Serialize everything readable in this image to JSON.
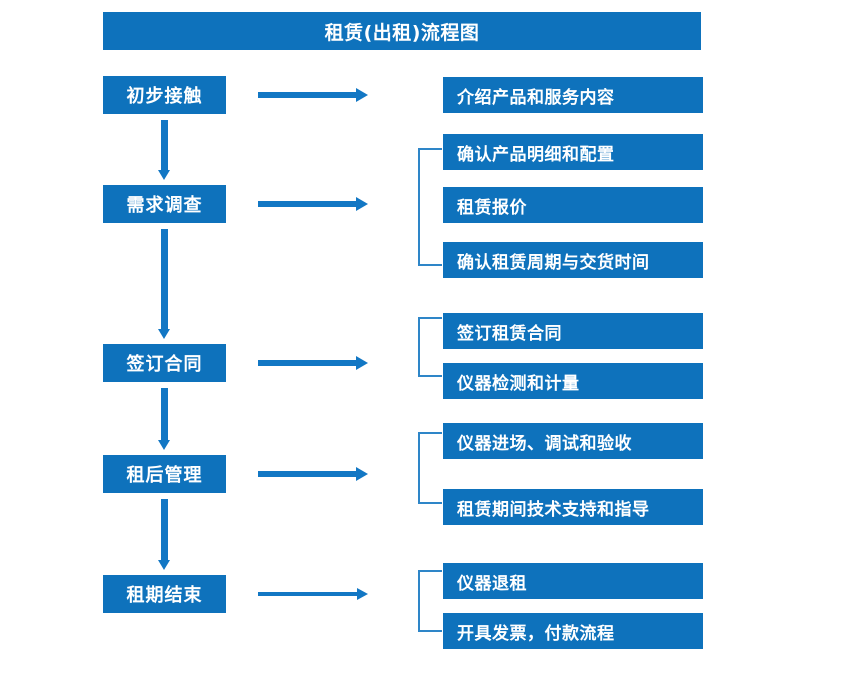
{
  "title": "租赁(出租)流程图",
  "colors": {
    "box_fill": "#0E72BC",
    "arrow": "#1277C4",
    "bracket": "#2E86C8",
    "text": "#FFFFFF",
    "background": "#FFFFFF"
  },
  "stages": [
    {
      "label": "初步接触"
    },
    {
      "label": "需求调查"
    },
    {
      "label": "签订合同"
    },
    {
      "label": "租后管理"
    },
    {
      "label": "租期结束"
    }
  ],
  "details": [
    {
      "label": "介绍产品和服务内容"
    },
    {
      "label": "确认产品明细和配置"
    },
    {
      "label": "租赁报价"
    },
    {
      "label": "确认租赁周期与交货时间"
    },
    {
      "label": "签订租赁合同"
    },
    {
      "label": "仪器检测和计量"
    },
    {
      "label": "仪器进场、调试和验收"
    },
    {
      "label": "租赁期间技术支持和指导"
    },
    {
      "label": "仪器退租"
    },
    {
      "label": "开具发票，付款流程"
    }
  ]
}
